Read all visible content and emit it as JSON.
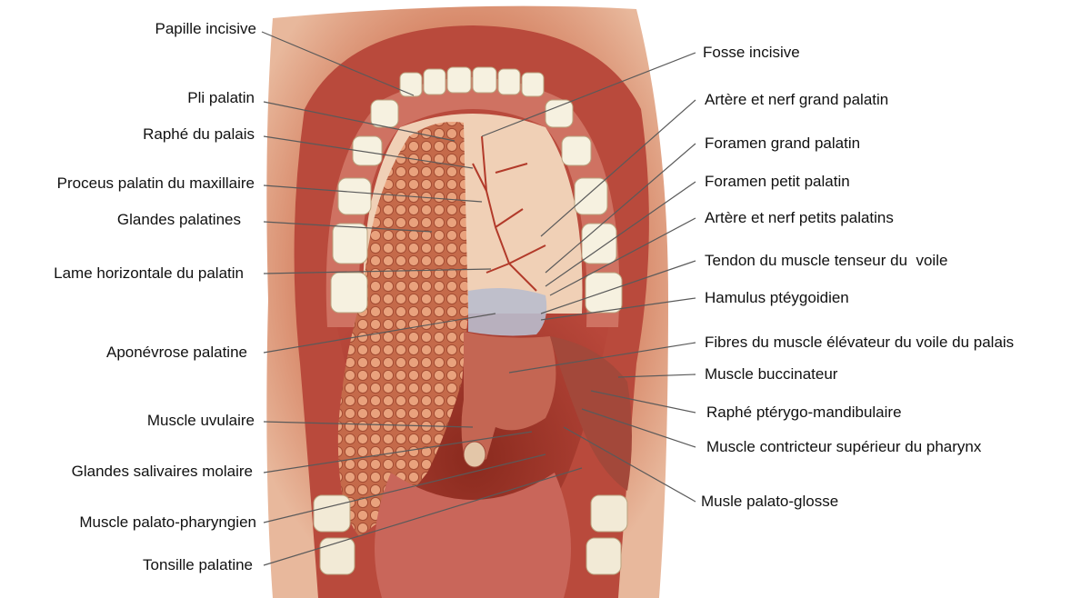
{
  "labels_left": [
    "Papille incisive",
    "Pli palatin",
    "Raphé du palais",
    "Proceus palatin du maxillaire",
    "Glandes palatines",
    "Lame horizontale du palatin",
    "Aponévrose palatine",
    "Muscle uvulaire",
    "Glandes salivaires molaire",
    "Muscle palato-pharyngien",
    "Tonsille palatine"
  ],
  "labels_right": [
    "Fosse incisive",
    "Artère et nerf grand palatin",
    "Foramen grand palatin",
    "Foramen petit palatin",
    "Artère et nerf petits palatins",
    "Tendon du muscle tenseur du  voile",
    "Hamulus ptéygoidien",
    "Fibres du muscle élévateur du voile du palais",
    "Muscle buccinateur",
    "Raphé ptérygo-mandibulaire",
    "Muscle contricteur supérieur du pharynx",
    "Musle palato-glosse"
  ]
}
